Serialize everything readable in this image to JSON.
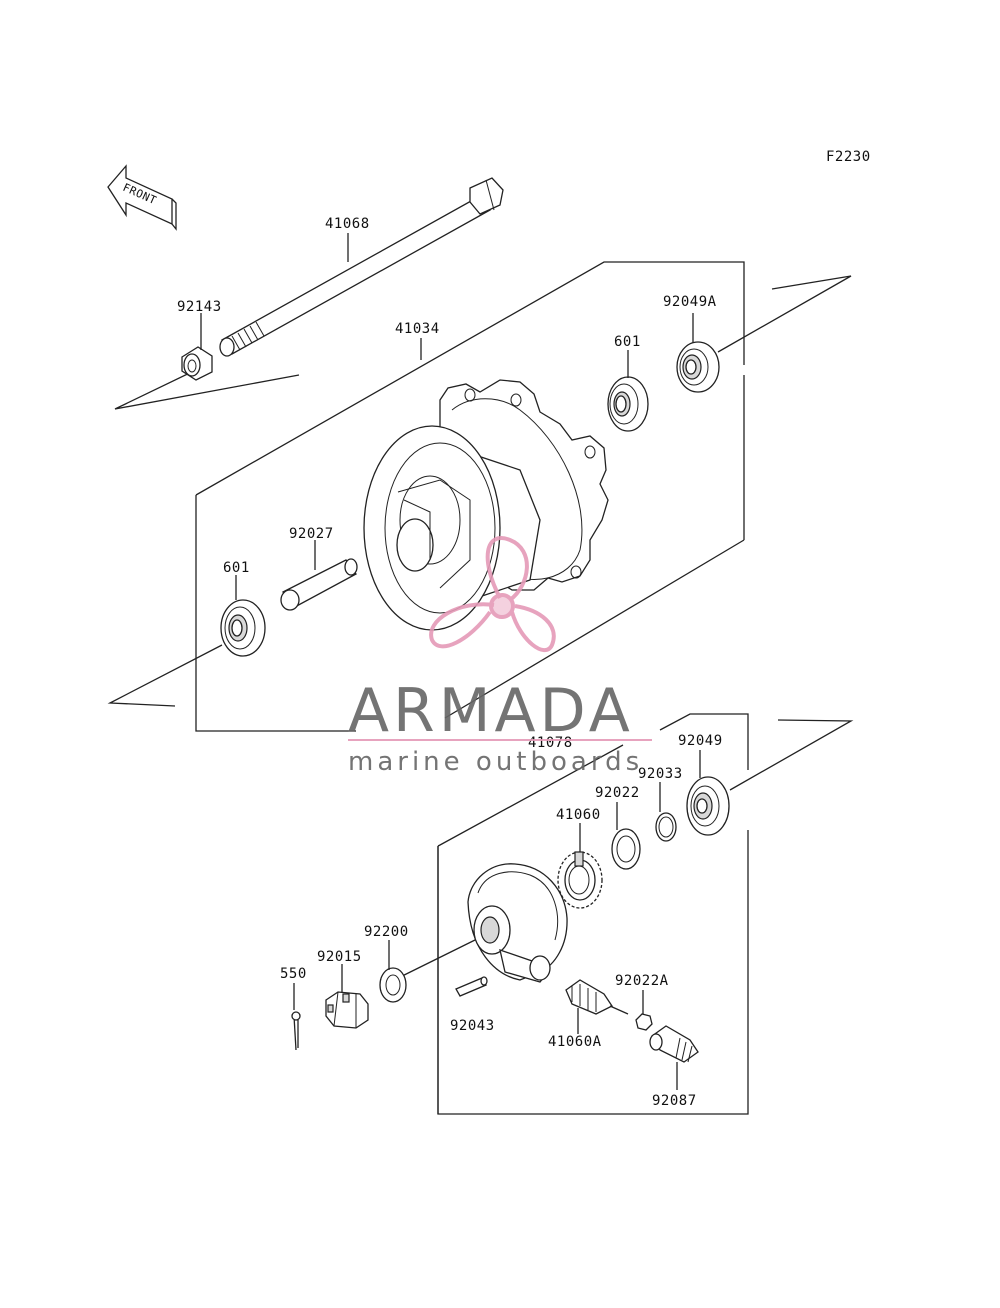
{
  "figure_code": "F2230",
  "front_label": "FRONT",
  "watermark": {
    "brand": "ARMADA",
    "tagline": "marine outboards",
    "brand_color": "#6a6a6a",
    "accent_color": "#e59ab7"
  },
  "part_labels": {
    "p41068": "41068",
    "p92143": "92143",
    "p41034": "41034",
    "p92049a": "92049A",
    "p601_top": "601",
    "p92027": "92027",
    "p601_left": "601",
    "p41078": "41078",
    "p92049": "92049",
    "p92033": "92033",
    "p92022": "92022",
    "p41060": "41060",
    "p92200": "92200",
    "p92015": "92015",
    "p550": "550",
    "p92043": "92043",
    "p92022a": "92022A",
    "p41060a": "41060A",
    "p92087": "92087"
  }
}
